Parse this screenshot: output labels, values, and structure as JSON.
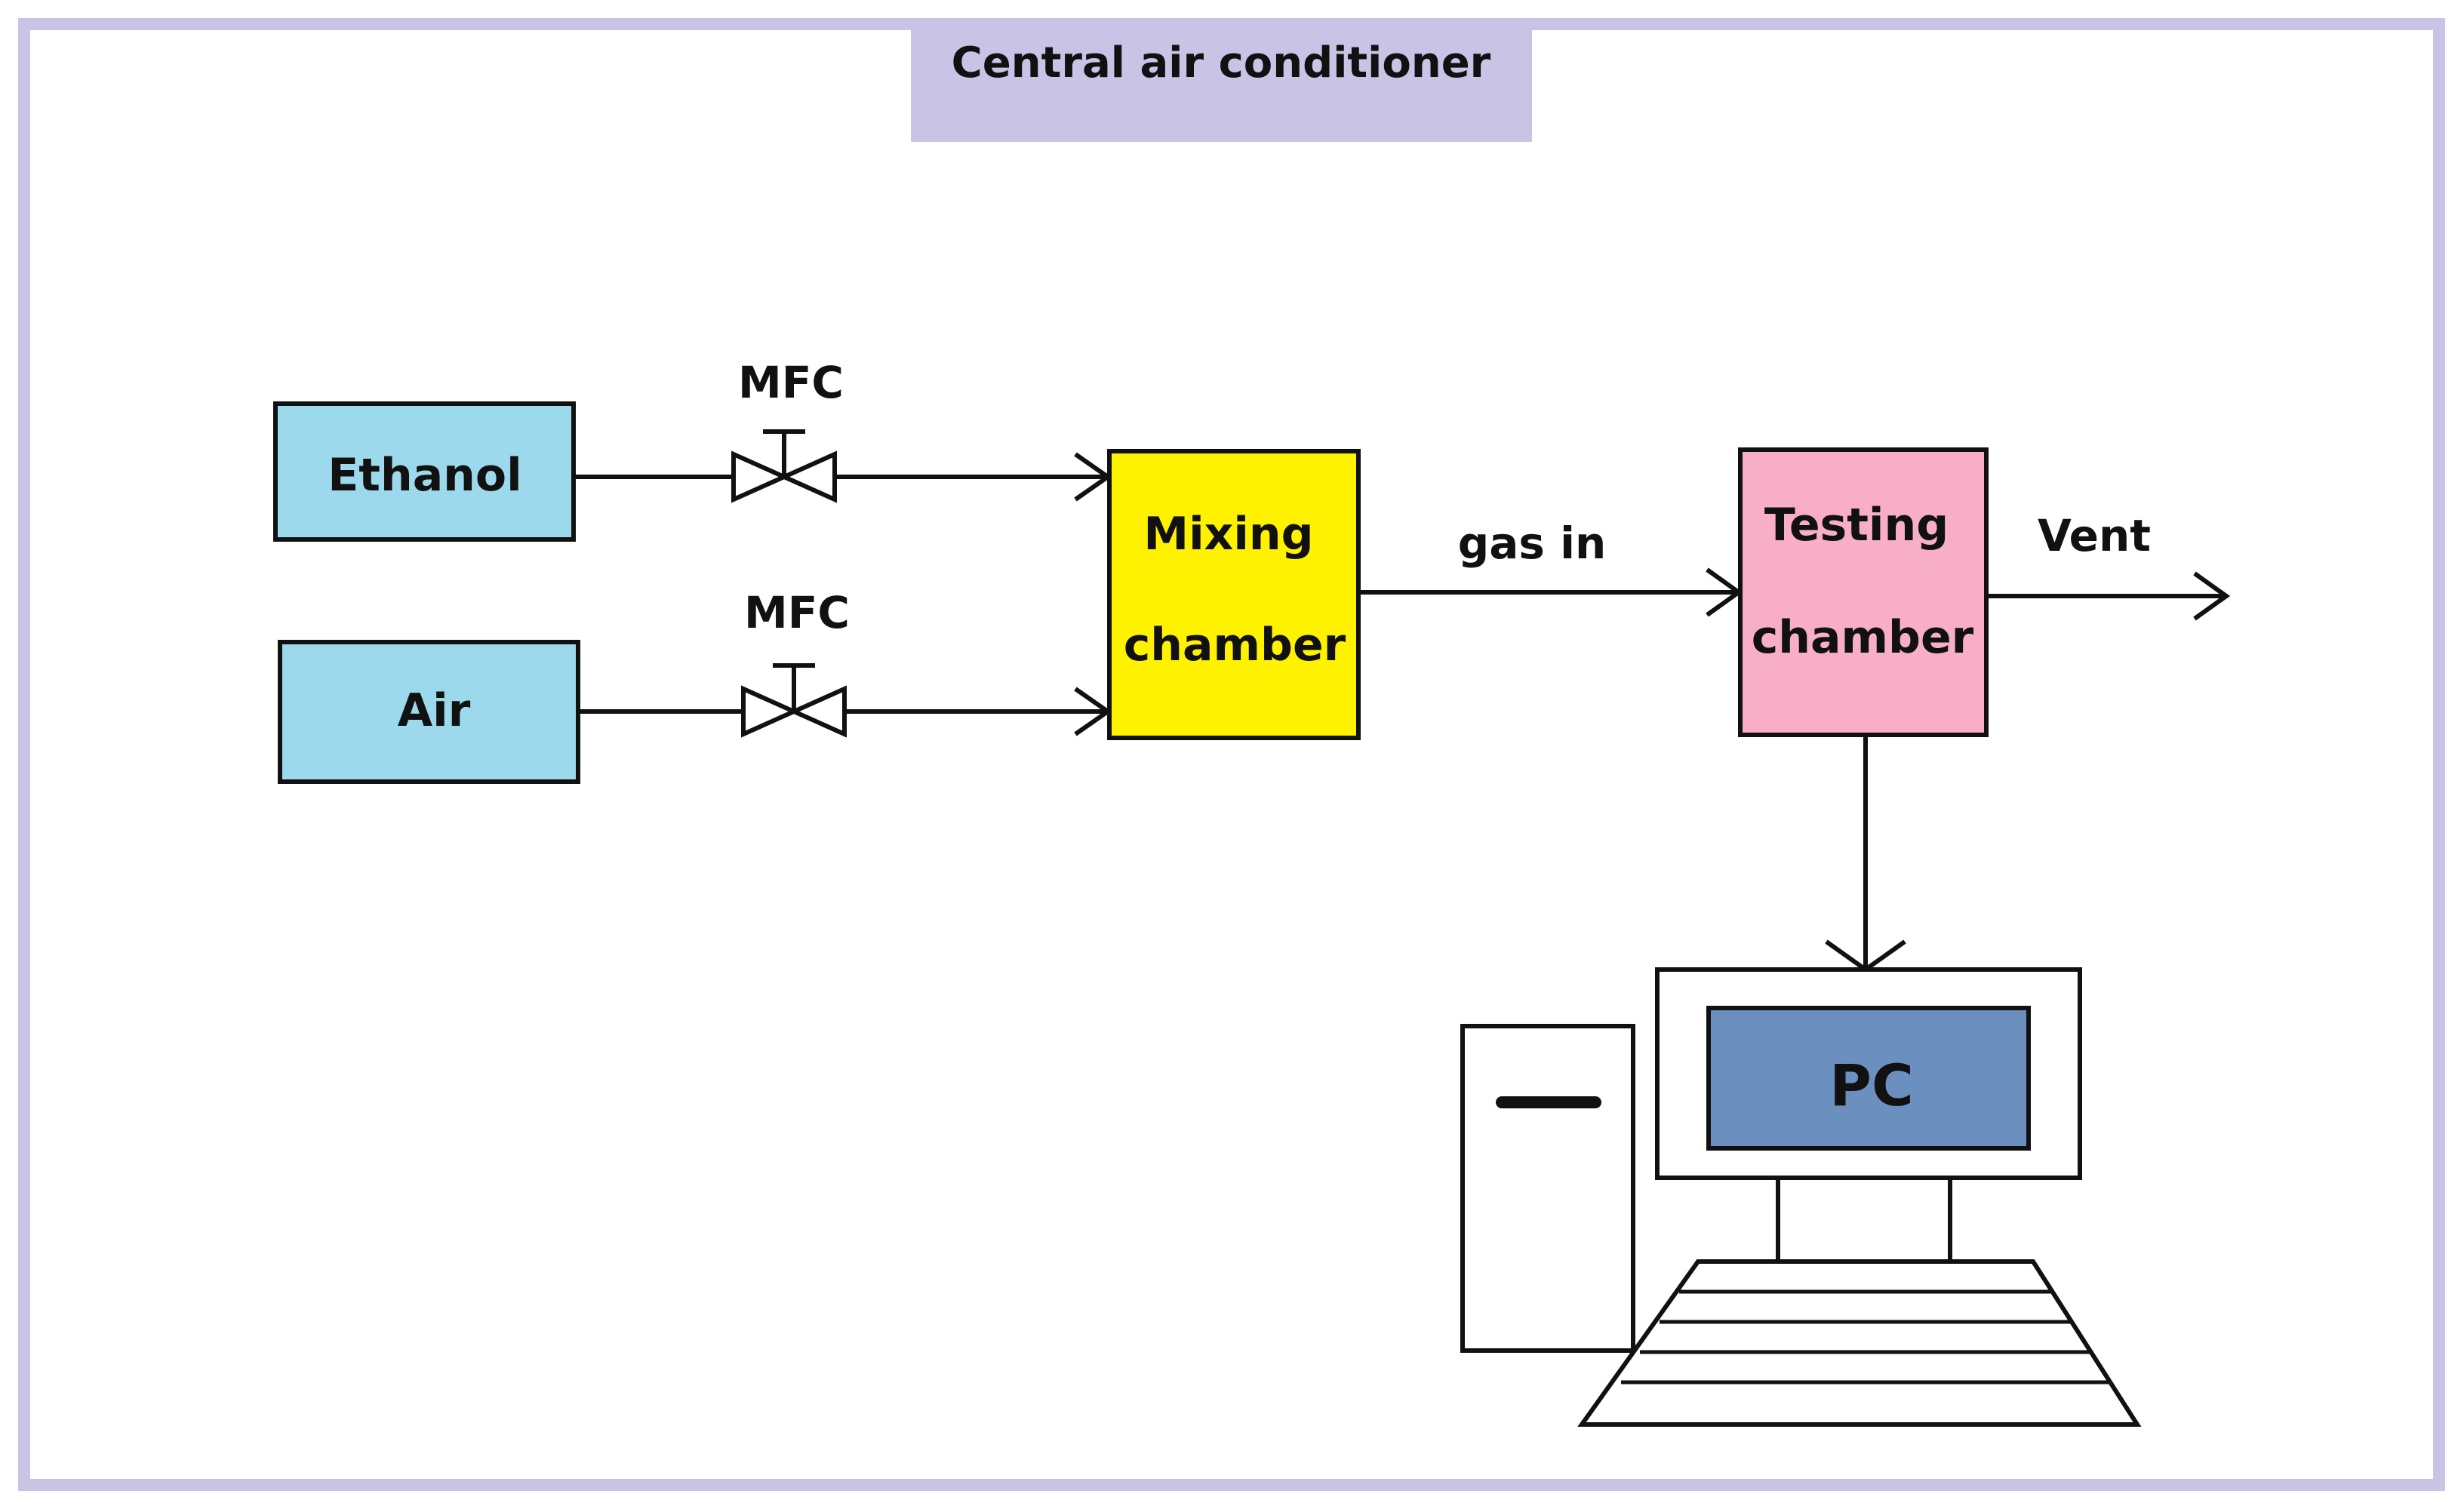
{
  "header": {
    "label": "Central air conditioner"
  },
  "sources": {
    "ethanol": {
      "label": "Ethanol"
    },
    "air": {
      "label": "Air"
    }
  },
  "valves": {
    "top": {
      "label": "MFC"
    },
    "bottom": {
      "label": "MFC"
    }
  },
  "mixing_chamber": {
    "line1": "Mixing",
    "line2": "chamber"
  },
  "gas_in": {
    "label": "gas in"
  },
  "testing_chamber": {
    "line1": "Testing",
    "line2": "chamber"
  },
  "vent": {
    "label": "Vent"
  },
  "computer": {
    "label": "PC"
  },
  "colors": {
    "frame": "#c9c3e6",
    "header_bg": "#c9c3e6",
    "source_fill": "#9dd9ec",
    "mixing_fill": "#fff200",
    "testing_fill": "#f9aec8",
    "screen_fill": "#6b8fbe",
    "stroke": "#111111"
  }
}
